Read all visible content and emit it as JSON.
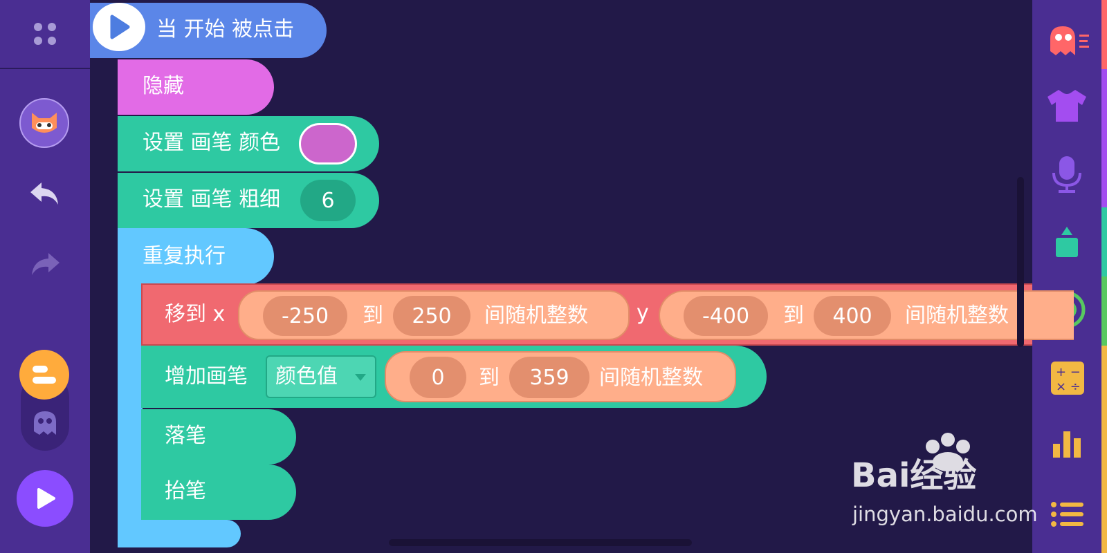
{
  "hat_block": {
    "label": "当 开始 被点击"
  },
  "blocks": {
    "hide": "隐藏",
    "set_pen_color": "设置 画笔 颜色",
    "set_pen_size": "设置 画笔 粗细",
    "pen_size_value": "6",
    "repeat": "重复执行",
    "move_to": "移到 x",
    "y_label": "y",
    "x_from": "-250",
    "x_to": "250",
    "y_from": "-400",
    "y_to": "400",
    "to": "到",
    "random_int": "间随机整数",
    "change_pen": "增加画笔",
    "pen_param": "颜色值",
    "hue_from": "0",
    "hue_to": "359",
    "pen_down": "落笔",
    "pen_up": "抬笔"
  },
  "colors": {
    "workspace": "#221948",
    "sidebar": "#4a2e92",
    "hat": "#5b86e8",
    "looks": "#e26be6",
    "pen": "#2ec9a2",
    "control": "#62c8ff",
    "motion": "#f06970",
    "operator": "#ffae8a",
    "pen_color_swatch": "#cc66cc"
  },
  "watermark": {
    "brand": "Bai经验",
    "url": "jingyan.baidu.com"
  }
}
